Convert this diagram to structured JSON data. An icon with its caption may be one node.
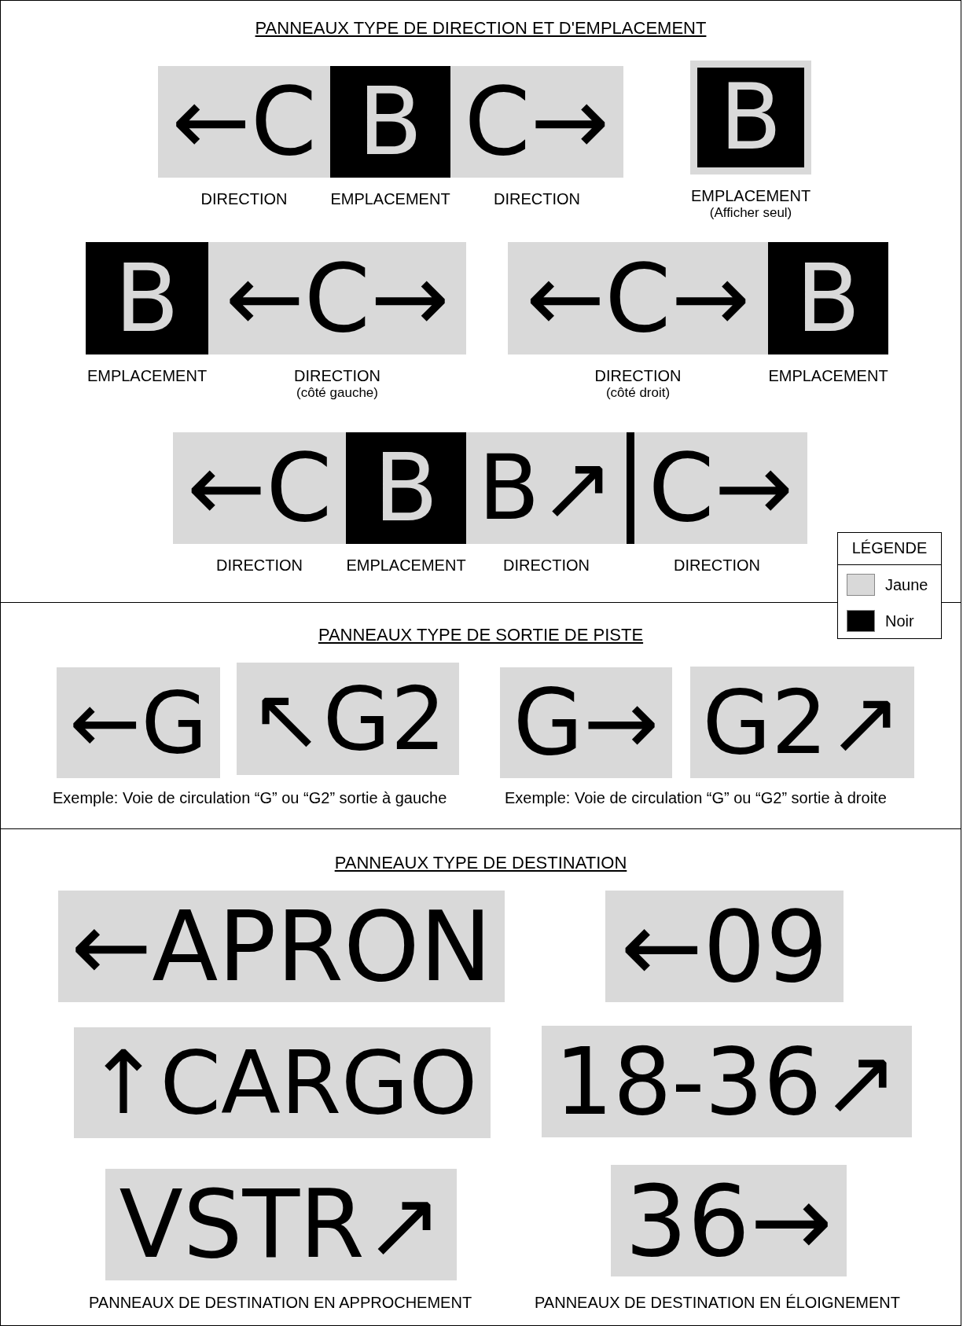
{
  "diagram": {
    "nodes": [
      {
        "text": [
          "PANNEAUX TYPE DE DIRECTION ET D'EMPLACEMENT"
        ]
      },
      {
        "text": [
          "←C"
        ],
        "in": 0,
        "beside": [
          "DIRECTION"
        ]
      },
      {
        "text": [
          "B"
        ],
        "in": 0,
        "beside": [
          "EMPLACEMENT"
        ]
      },
      {
        "text": [
          "C→"
        ],
        "in": 0,
        "beside": [
          "DIRECTION"
        ]
      },
      {
        "text": [
          "B"
        ],
        "in": 0,
        "beside": [
          "EMPLACEMENT",
          "(Afficher seul)"
        ]
      },
      {
        "text": [
          "B"
        ],
        "in": 0,
        "beside": [
          "EMPLACEMENT"
        ]
      },
      {
        "text": [
          "←C→"
        ],
        "in": 0,
        "beside": [
          "DIRECTION",
          "(côté gauche)"
        ]
      },
      {
        "text": [
          "←C→"
        ],
        "in": 0,
        "beside": [
          "DIRECTION",
          "(côté droit)"
        ]
      },
      {
        "text": [
          "B"
        ],
        "in": 0,
        "beside": [
          "EMPLACEMENT"
        ]
      },
      {
        "text": [
          "←C"
        ],
        "in": 0,
        "beside": [
          "DIRECTION"
        ]
      },
      {
        "text": [
          "B"
        ],
        "in": 0,
        "beside": [
          "EMPLACEMENT"
        ]
      },
      {
        "text": [
          "B↗"
        ],
        "in": 0,
        "beside": [
          "DIRECTION"
        ]
      },
      {
        "text": [
          "C→"
        ],
        "in": 0,
        "beside": [
          "DIRECTION"
        ]
      },
      {
        "text": [
          "PANNEAUX TYPE DE SORTIE DE PISTE"
        ]
      },
      {
        "text": [
          "←G"
        ],
        "in": 13
      },
      {
        "text": [
          "↖G2"
        ],
        "in": 13
      },
      {
        "text": [
          "G→"
        ],
        "in": 13
      },
      {
        "text": [
          "G2↗"
        ],
        "in": 13
      },
      {
        "text": [
          "PANNEAUX TYPE DE DESTINATION"
        ]
      },
      {
        "text": [
          "←APRON"
        ],
        "in": 18
      },
      {
        "text": [
          "←09"
        ],
        "in": 18
      },
      {
        "text": [
          "↑CARGO"
        ],
        "in": 18
      },
      {
        "text": [
          "18-36↗"
        ],
        "in": 18
      },
      {
        "text": [
          "VSTR↗"
        ],
        "in": 18
      },
      {
        "text": [
          "36→"
        ],
        "in": 18
      }
    ],
    "edges": [],
    "labels": [
      "LÉGENDE",
      "Exemple: Voie de circulation “G” ou “G2” sortie à gauche",
      "Exemple: Voie de circulation “G” ou “G2” sortie à droite",
      "PANNEAUX DE DESTINATION EN APPROCHEMENT",
      "PANNEAUX DE DESTINATION EN ÉLOIGNEMENT"
    ],
    "legend": [
      {
        "text": "Jaune",
        "color": "#d9d9d9"
      },
      {
        "text": "Noir",
        "color": "#000000"
      }
    ]
  }
}
